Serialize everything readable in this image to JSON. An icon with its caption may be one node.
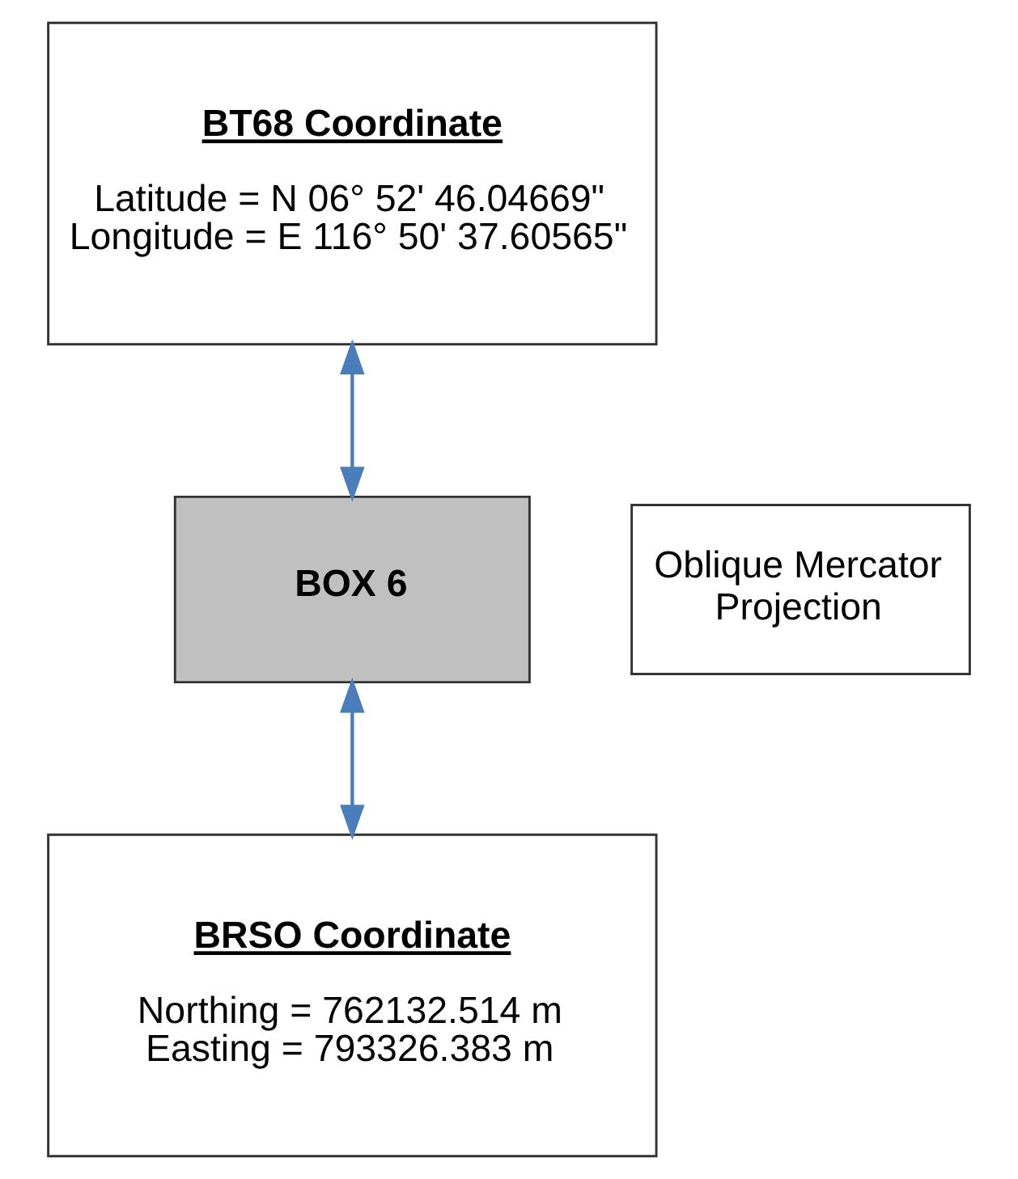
{
  "diagram": {
    "nodes": [
      {
        "text": [
          "BT68 Coordinate",
          "Latitude = N 06° 52' 46.04669\"",
          "Longitude = E 116° 50' 37.60565\""
        ]
      },
      {
        "text": [
          "BOX 6"
        ]
      },
      {
        "text": [
          "Oblique Mercator Projection"
        ]
      },
      {
        "text": [
          "BRSO Coordinate",
          "Northing = 762132.514 m",
          "Easting = 793326.383 m"
        ]
      }
    ],
    "edges": [
      {
        "from": 0,
        "to": 1,
        "arrow": "both"
      },
      {
        "from": 1,
        "to": 3,
        "arrow": "both"
      }
    ]
  }
}
